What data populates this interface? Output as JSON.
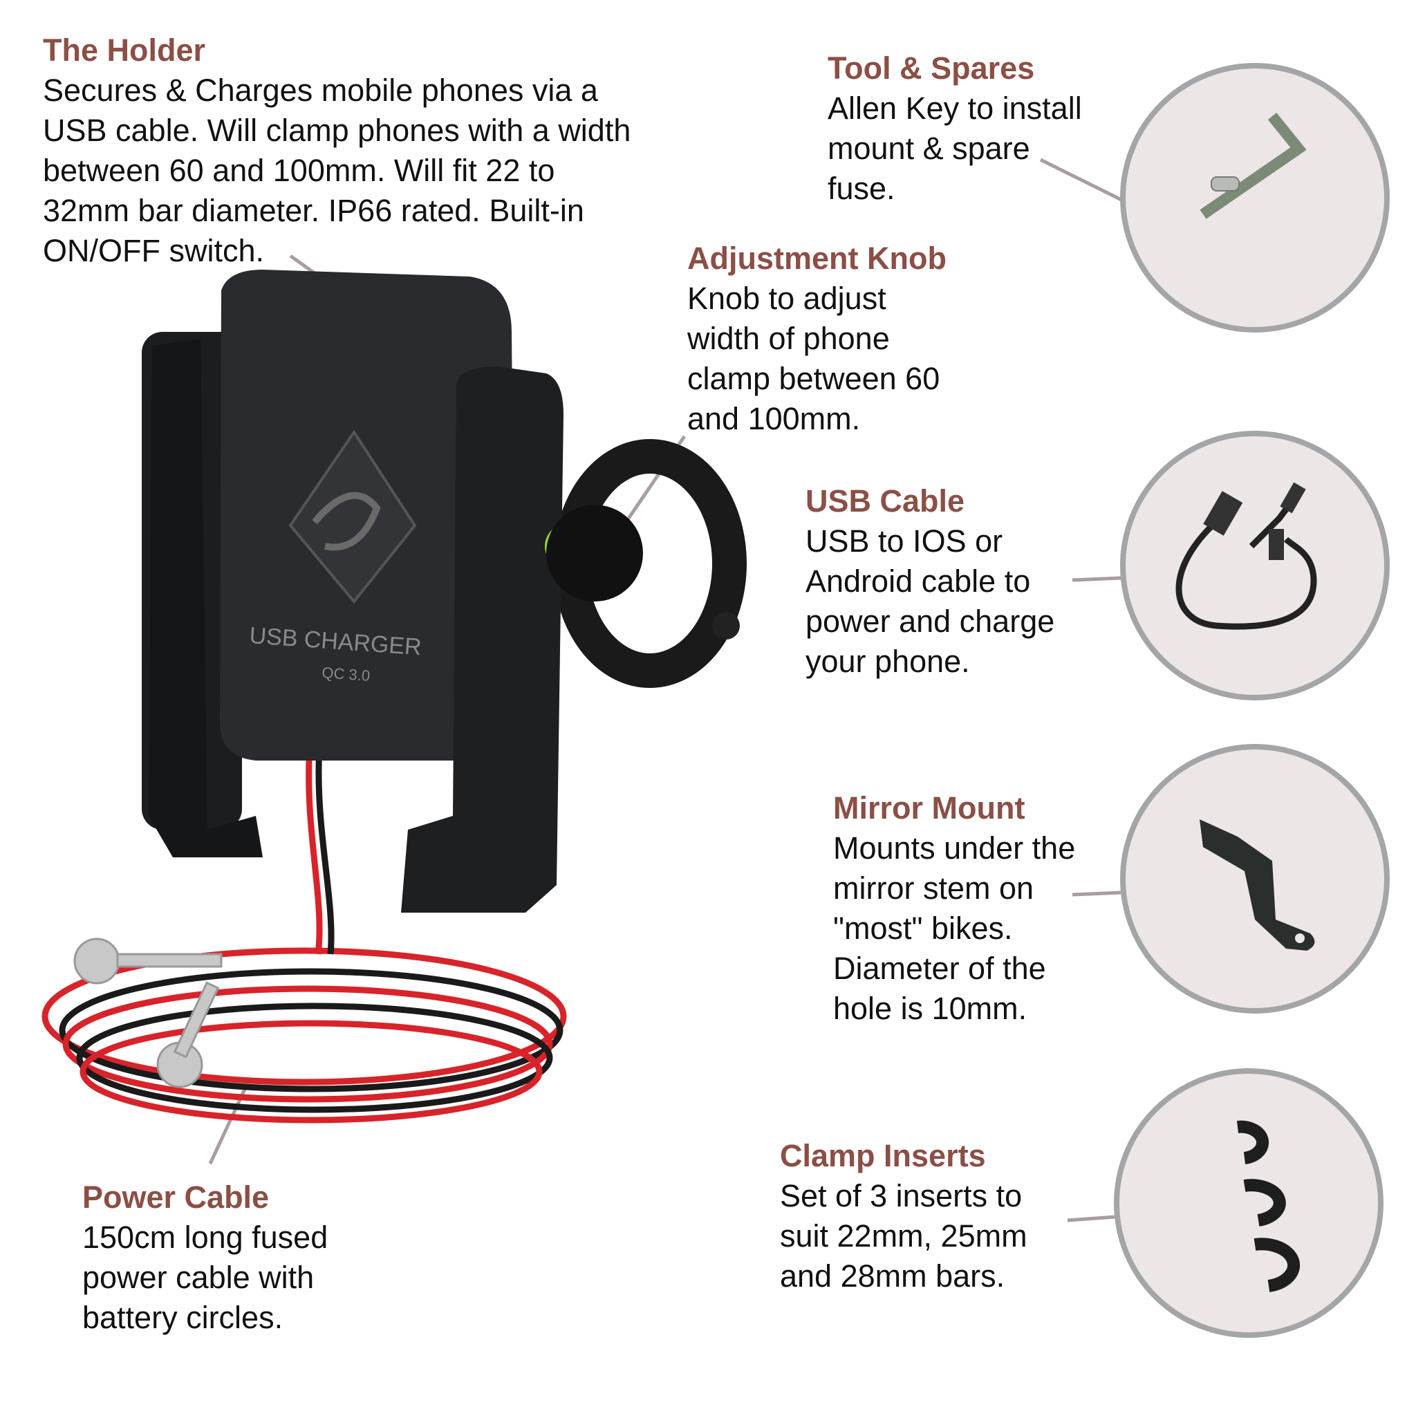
{
  "colors": {
    "heading": "#8b4f45",
    "circle_fill": "#ece6e6",
    "circle_border": "#a3a5a6",
    "leader": "#a99d9d"
  },
  "sections": {
    "holder": {
      "title": "The Holder",
      "body": "Secures & Charges mobile phones via a\nUSB cable.  Will clamp phones with a width\nbetween 60 and 100mm.  Will fit 22 to\n32mm bar  diameter.  IP66 rated.  Built-in\nON/OFF switch."
    },
    "tool": {
      "title": "Tool & Spares",
      "body": "Allen Key to install\nmount & spare\nfuse."
    },
    "knob": {
      "title": "Adjustment Knob",
      "body": "Knob to adjust\nwidth of phone\nclamp between 60\nand 100mm."
    },
    "usb": {
      "title": "USB Cable",
      "body": "USB to IOS or\nAndroid cable to\npower and charge\nyour phone."
    },
    "mirror": {
      "title": "Mirror Mount",
      "body": "Mounts under the\nmirror stem on\n\"most\" bikes.\nDiameter of the\nhole is 10mm."
    },
    "clamp": {
      "title": "Clamp Inserts",
      "body": "Set of 3 inserts to\nsuit 22mm, 25mm\nand 28mm bars."
    },
    "power": {
      "title": "Power Cable",
      "body": "150cm long fused\npower cable with\nbattery circles."
    }
  },
  "product": {
    "label": "USB CHARGER",
    "sublabel": "QC 3.0"
  }
}
